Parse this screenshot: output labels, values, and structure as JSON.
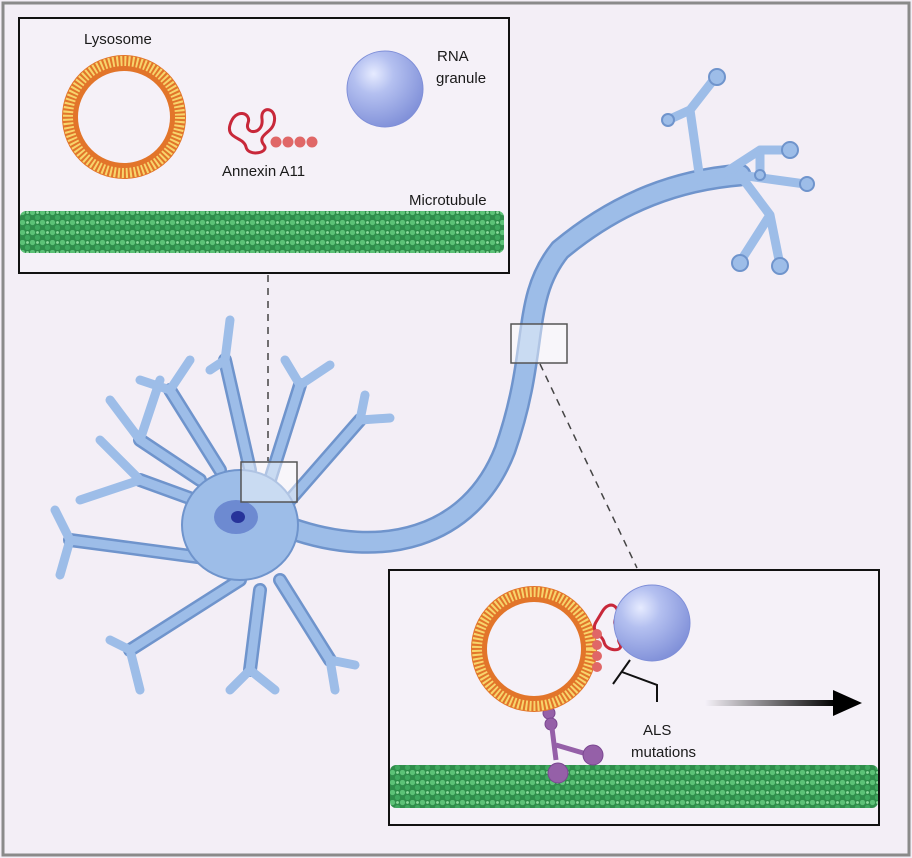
{
  "labels": {
    "lysosome": "Lysosome",
    "annexin": "Annexin A11",
    "rna_line1": "RNA",
    "rna_line2": "granule",
    "microtubule": "Microtubule",
    "als_line1": "ALS",
    "als_line2": "mutations"
  },
  "colors": {
    "background": "#f3eef6",
    "frame": "#8a8a8a",
    "neuron": "#9dbde8",
    "neuron_edge": "#6f94cc",
    "nucleus": "#5d79c9",
    "nucleolus": "#27339a",
    "lipid_head": "#e2752a",
    "lipid_tail": "#f7d56c",
    "annexin": "#c8283a",
    "annexin_core": "#e06767",
    "rna_granule": "#98a8e6",
    "microtubule": "#3aa35a",
    "motor_protein": "#9560a8"
  },
  "icons": {
    "lysosome": "lysosome-vesicle-icon",
    "annexin": "annexin-protein-icon",
    "rna_granule": "rna-granule-sphere-icon",
    "microtubule": "microtubule-filament-icon",
    "motor": "dynein-motor-icon",
    "arrow": "transport-direction-arrow-icon"
  }
}
